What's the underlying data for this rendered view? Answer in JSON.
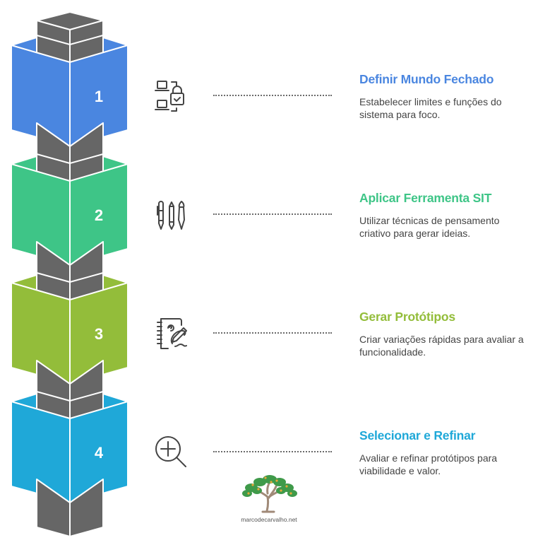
{
  "diagram": {
    "type": "stacked-blocks-process",
    "column_color": "#666666",
    "steps": [
      {
        "number": "1",
        "title": "Definir Mundo Fechado",
        "description": "Estabelecer limites e funções do sistema para foco.",
        "color": "#4a86e0",
        "icon": "laptops-lock-icon"
      },
      {
        "number": "2",
        "title": "Aplicar Ferramenta SIT",
        "description": "Utilizar técnicas de pensamento criativo para gerar ideias.",
        "color": "#3ec587",
        "icon": "pen-pencil-brush-icon"
      },
      {
        "number": "3",
        "title": "Gerar Protótipos",
        "description": "Criar variações rápidas para avaliar a funcionalidade.",
        "color": "#93bd3a",
        "icon": "notebook-drawing-icon"
      },
      {
        "number": "4",
        "title": "Selecionar e Refinar",
        "description": "Avaliar e refinar protótipos para viabilidade e valor.",
        "color": "#1fa8d8",
        "icon": "zoom-in-icon"
      }
    ]
  },
  "logo": {
    "text": "marcodecarvalho.net",
    "icon": "tree-icon"
  }
}
